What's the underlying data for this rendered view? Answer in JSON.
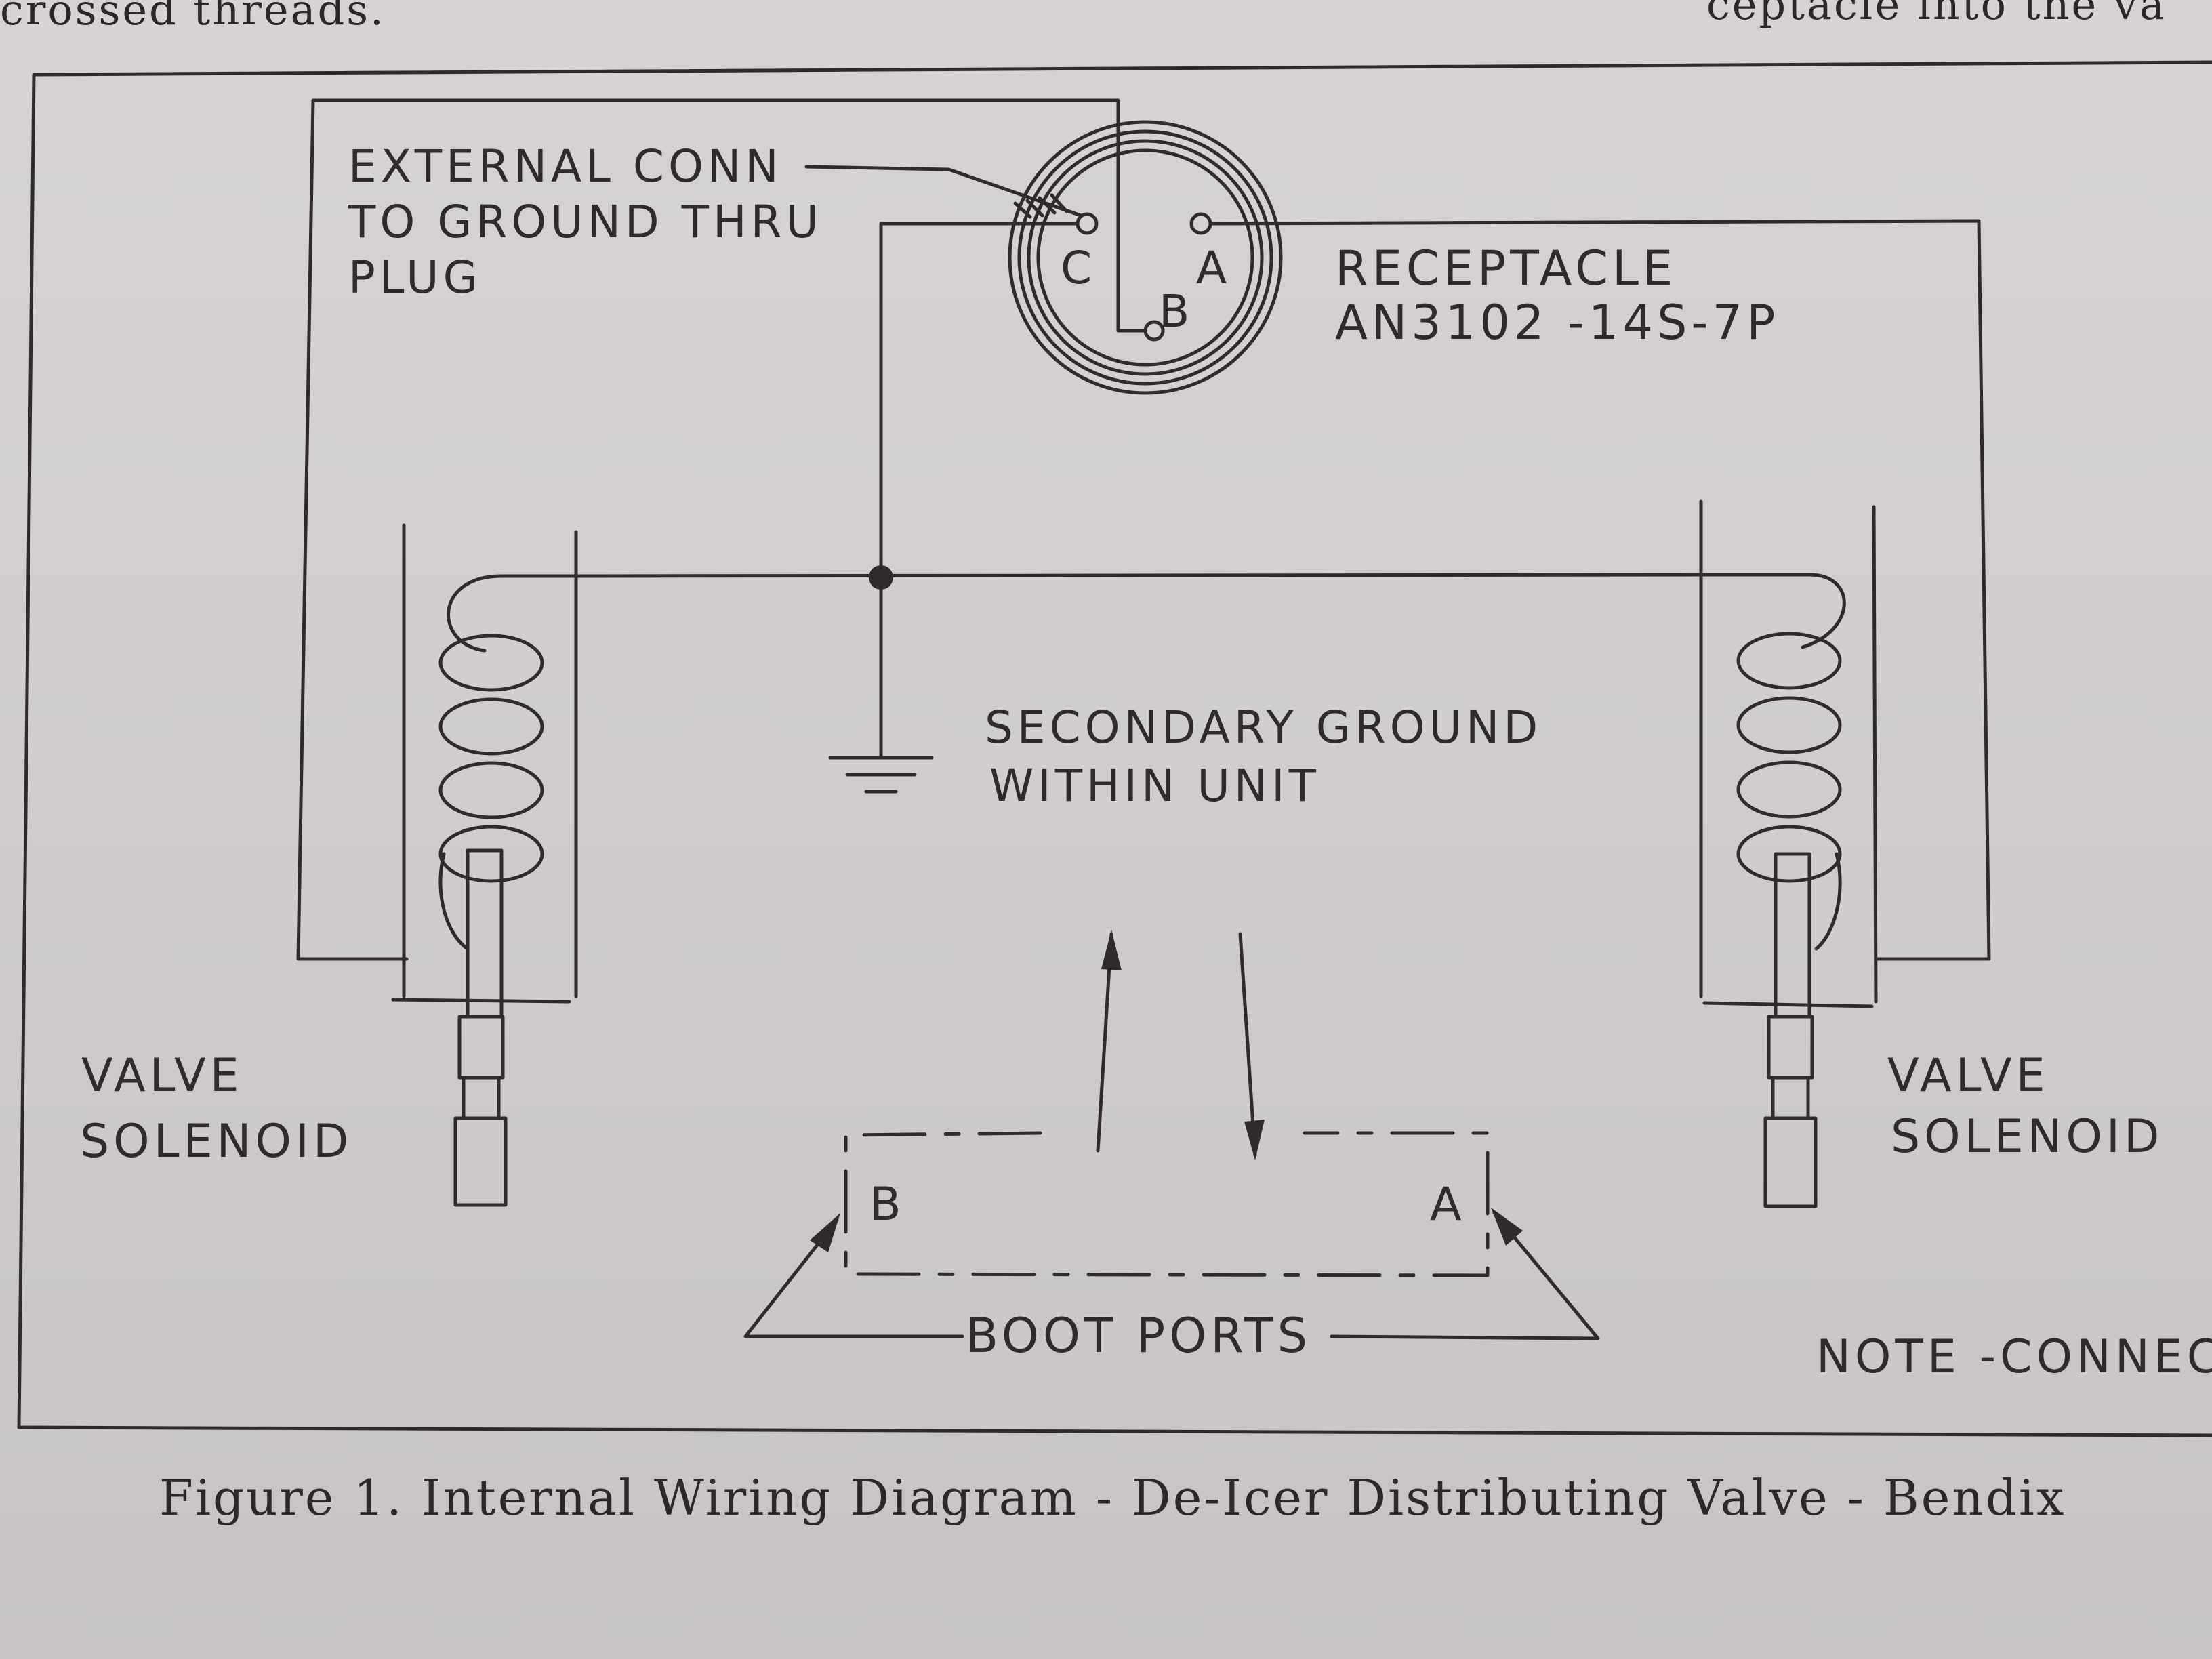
{
  "page": {
    "top_left_text": "crossed threads.",
    "top_right_text": "ceptacle into the va",
    "caption": "Figure 1.  Internal Wiring Diagram - De-Icer Distributing Valve - Bendix"
  },
  "diagram": {
    "labels": {
      "external_conn_line1": "EXTERNAL CONN",
      "external_conn_line2": "TO GROUND THRU",
      "external_conn_line3": "PLUG",
      "receptacle_line1": "RECEPTACLE",
      "receptacle_line2": "AN3102 -14S-7P",
      "pin_c": "C",
      "pin_a": "A",
      "pin_b": "B",
      "secondary_ground_line1": "SECONDARY GROUND",
      "secondary_ground_line2": "WITHIN UNIT",
      "left_valve_line1": "VALVE",
      "left_valve_line2": "SOLENOID",
      "right_valve_line1": "VALVE",
      "right_valve_line2": "SOLENOID",
      "port_b": "B",
      "port_a": "A",
      "boot_ports": "BOOT PORTS",
      "note": "NOTE -CONNEC"
    },
    "colors": {
      "ink": "#2e2b2a",
      "paper": "#cfcccb"
    }
  }
}
